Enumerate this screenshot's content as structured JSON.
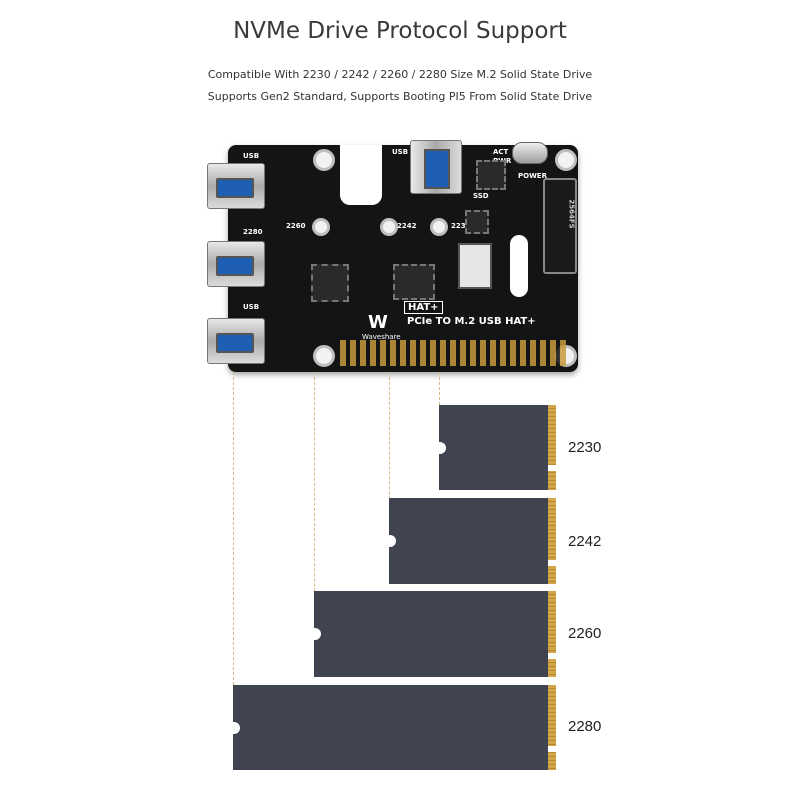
{
  "title": "NVMe Drive Protocol Support",
  "subtitle_line1": "Compatible With 2230 / 2242 / 2260 / 2280 Size M.2 Solid State Drive",
  "subtitle_line2": "Supports Gen2 Standard, Supports Booting PI5 From Solid State Drive",
  "board": {
    "usb_label": "USB",
    "usb_top_label": "USB",
    "act_label": "ACT",
    "pwr_label": "PWR",
    "power_label": "POWER",
    "ssd_label": "SSD",
    "hole_2260": "2260",
    "hole_2242": "2242",
    "hole_2230": "2230",
    "hole_2280": "2280",
    "product_name": "PCIe TO M.2 USB HAT+",
    "hat_badge": "HAT+",
    "brand_logo": "W",
    "brand_name": "Waveshare",
    "slot_label": "2564FS"
  },
  "ssd_sizes": [
    {
      "label": "2230"
    },
    {
      "label": "2242"
    },
    {
      "label": "2260"
    },
    {
      "label": "2280"
    }
  ],
  "colors": {
    "board": "#141414",
    "ssd_body": "#3f4450",
    "gold_contacts": "#d4a64a",
    "guide_line": "#d9b98a"
  }
}
